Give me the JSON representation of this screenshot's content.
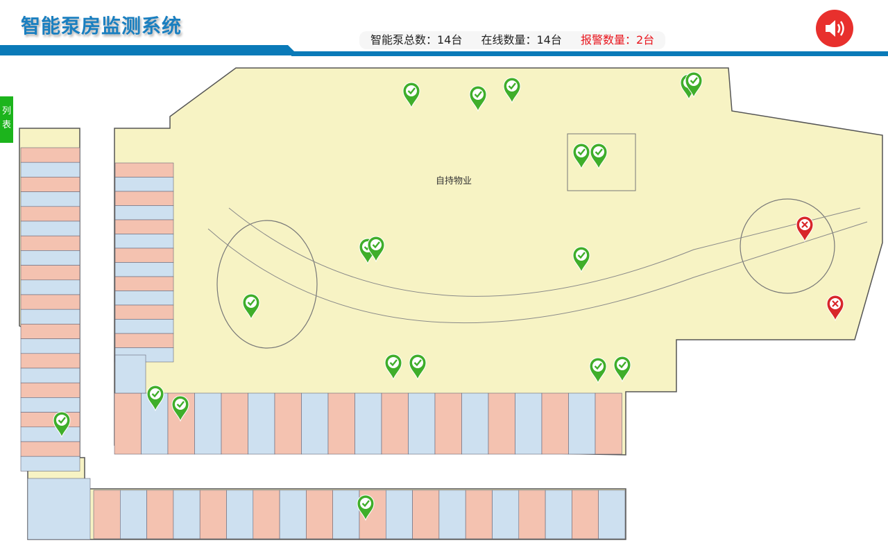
{
  "header": {
    "title": "智能泵房监测系统",
    "total_label": "智能泵总数：14台",
    "online_label": "在线数量：14台",
    "alarm_label": "报警数量：2台",
    "speaker_icon": "speaker-volume-icon"
  },
  "sidebar": {
    "list_tab": "列表"
  },
  "plan": {
    "area_label": "自持物业",
    "colors": {
      "floor": "#f7f3c4",
      "stall_pink": "#f4c2b0",
      "stall_blue": "#cde0f0",
      "normal": "#3fae2a",
      "alarm": "#d8262a"
    },
    "markers": [
      {
        "status": "normal"
      },
      {
        "status": "normal"
      },
      {
        "status": "normal"
      },
      {
        "status": "normal"
      },
      {
        "status": "normal"
      },
      {
        "status": "normal"
      },
      {
        "status": "normal"
      },
      {
        "status": "normal"
      },
      {
        "status": "normal"
      },
      {
        "status": "normal"
      },
      {
        "status": "normal"
      },
      {
        "status": "normal"
      },
      {
        "status": "normal"
      },
      {
        "status": "normal"
      },
      {
        "status": "normal"
      },
      {
        "status": "normal"
      },
      {
        "status": "normal"
      },
      {
        "status": "normal"
      },
      {
        "status": "normal"
      },
      {
        "status": "alarm"
      },
      {
        "status": "alarm"
      }
    ]
  }
}
